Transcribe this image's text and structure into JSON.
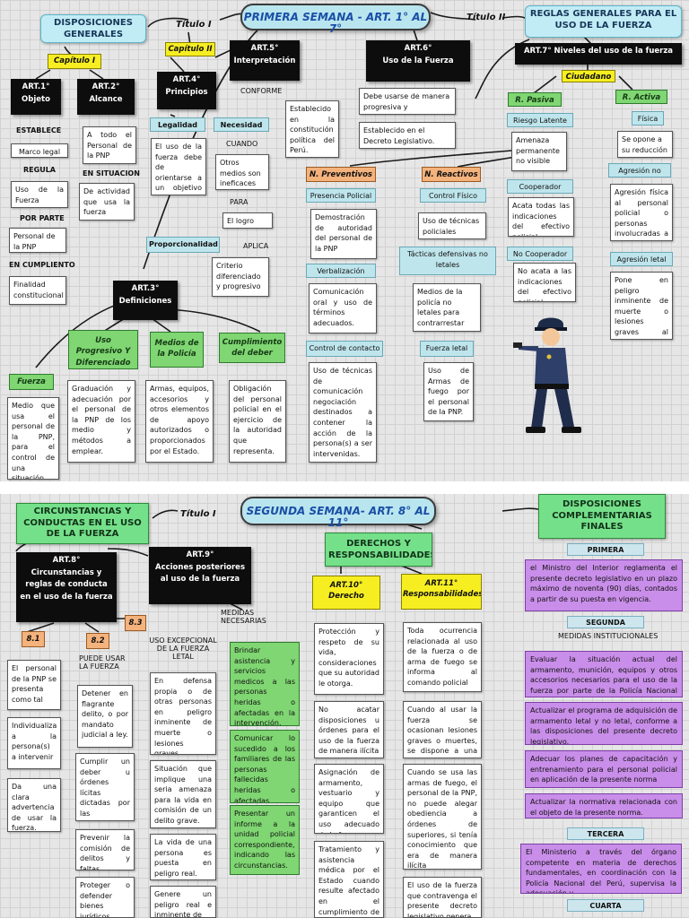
{
  "s1": {
    "banner": "PRIMERA SEMANA - ART. 1° AL 7°",
    "titulo1": "Título I",
    "titulo2": "Título II",
    "disp_gen": "DISPOSICIONES GENERALES",
    "reglas": "REGLAS GENERALES PARA EL USO DE LA FUERZA",
    "cap1": "Capítulo I",
    "cap2": "Capítulo II",
    "art1": "ART.1°\nObjeto",
    "art2": "ART.2°\nAlcance",
    "establece": "ESTABLECE",
    "marco": "Marco legal",
    "regula": "REGULA",
    "uso_fuerza": "Uso de la Fuerza",
    "por_parte": "POR PARTE",
    "personal_pnp": "Personal de la PNP",
    "en_cumplimiento": "EN CUMPLIENTO",
    "finalidad": "Finalidad constitucional",
    "art2_text": "A todo el Personal de la PNP",
    "en_situacion": "EN SITUACION",
    "actividad": "De actividad que usa la fuerza",
    "art4": "ART.4°\nPrincipios",
    "art5": "ART.5°\nInterpretación",
    "conforme": "CONFORME",
    "art5_text": "Establecido en la constitución política del Perú.",
    "legalidad": "Legalidad",
    "legalidad_text": "El uso de la fuerza debe de orientarse a un objetivo legal.",
    "necesidad": "Necesidad",
    "cuando": "CUANDO",
    "necesidad_text": "Otros medios son ineficaces",
    "para": "PARA",
    "logro": "El logro legal",
    "proporcionalidad": "Proporcionalidad",
    "aplica": "APLICA",
    "criterio": "Criterio diferenciado y progresivo",
    "art6": "ART.6°\nUso de la Fuerza",
    "art6_t1": "Debe usarse de manera progresiva y diferenciada",
    "art6_t2": "Establecido en el Decreto Legislativo.",
    "art7": "ART.7° Niveles del uso de la fuerza",
    "ciudadano": "Ciudadano",
    "r_pasiva": "R. Pasiva",
    "r_activa": "R. Activa",
    "riesgo": "Riesgo Latente",
    "riesgo_t": "Amenaza permanente no visible",
    "cooperador": "Cooperador",
    "cooperador_t": "Acata todas las indicaciones del efectivo policial",
    "no_coop": "No Cooperador",
    "no_coop_t": "No acata a las indicaciones del efectivo policial",
    "fisica": "Física",
    "fisica_t": "Se opone a su reducción",
    "agresion_nl": "Agresión no letal",
    "agresion_nl_t": "Agresión física al personal policial o personas involucradas a la intervención",
    "agresion_l": "Agresión letal",
    "agresion_l_t": "Pone en peligro inminente de muerte o lesiones graves al efectivo policial",
    "n_prev": "N. Preventivos",
    "n_react": "N. Reactivos",
    "presencia": "Presencia Policial",
    "presencia_t": "Demostración de autoridad del personal de la PNP",
    "verbal": "Verbalización",
    "verbal_t": "Comunicación oral y uso de términos adecuados.",
    "contacto": "Control de contacto",
    "contacto_t": "Uso de técnicas de comunicación negociación destinados a contener la acción de la persona(s) a ser intervenidas.",
    "control_fisico": "Control Físico",
    "control_fisico_t": "Uso de técnicas policiales",
    "tacticas": "Tácticas defensivas no letales",
    "tacticas_t": "Medios de la policía no letales para contrarrestar",
    "fuerza_letal": "Fuerza letal",
    "fuerza_letal_t": "Uso de Armas de fuego por el personal de la PNP.",
    "art3": "ART.3°\nDefiniciones",
    "def1": "Uso Progresivo Y Diferenciado De la Fuerza",
    "def2": "Medios de la Policía",
    "def3": "Cumplimiento del deber",
    "fuerza": "Fuerza",
    "fuerza_t": "Medio que usa el personal de la PNP, para el control de una situación amenazante.",
    "def1_t": "Graduación y adecuación por el personal de la PNP de los medio y métodos a emplear.",
    "def2_t": "Armas, equipos, accesorios y otros elementos de apoyo autorizados o proporcionados por el Estado.",
    "def3_t": "Obligación del personal policial en el ejercicio de la autoridad que representa."
  },
  "s2": {
    "banner": "SEGUNDA SEMANA- ART. 8° AL 11°",
    "titulo1": "Título I",
    "circ": "CIRCUNSTANCIAS Y CONDUCTAS EN EL USO DE LA FUERZA",
    "disp_comp": "DISPOSICIONES COMPLEMENTARIAS FINALES",
    "derechos": "DERECHOS Y RESPONSABILIDADES",
    "art8": "ART.8°\nCircunstancias y reglas de conducta en el uso de la fuerza",
    "art9": "ART.9°\nAcciones posteriores al uso de la fuerza",
    "medidas": "MEDIDAS NECESARIAS",
    "n81": "8.1",
    "n82": "8.2",
    "n83": "8.3",
    "uso_exc": "USO EXCEPCIONAL DE LA FUERZA LETAL",
    "puede": "PUEDE USAR LA FUERZA",
    "a1": "El personal de la PNP se presenta como tal",
    "a2": "Individualiza a la persona(s) a intervenir",
    "a3": "Da una clara advertencia de usar la fuerza.",
    "b1": "Detener en flagrante delito, o por mandato judicial a ley.",
    "b2": "Cumplir un deber u órdenes lícitas dictadas por las autoridades competentes.",
    "b3": "Prevenir la comisión de delitos y faltas.",
    "b4": "Proteger o defender bienes jurídicos tutelados",
    "c1": "En defensa propia o de otras personas en peligro inminente de muerte o lesiones graves.",
    "c2": "Situación que implique una seria amenaza para la vida en comisión de un delito grave.",
    "c3": "La vida de una persona es puesta en peligro real.",
    "c4": "Genere un peligro real e inminente de",
    "d1": "Brindar asistencia y servicios medicos a las personas heridas o afectadas en la intervención.",
    "d2": "Comunicar lo sucedido a los familiares de las personas fallecidas heridas o afectadas",
    "d3": "Presentar un informe a la unidad policial correspondiente, indicando las circunstancias.",
    "art10": "ART.10°\nDerecho",
    "art11": "ART.11°\nResponsabilidades",
    "e1": "Protección y respeto de su vida, consideraciones que su autoridad le otorga.",
    "e2": "No acatar disposiciones u órdenes para el uso de la fuerza de manera ilícita",
    "e3": "Asignación de armamento, vestuario y equipo que garanticen el uso adecuado de la fuerza",
    "e4": "Tratamiento y asistencia médica por el Estado cuando resulte afectado en el cumplimiento de su deber",
    "f1": "Toda ocurrencia relacionada al uso de la fuerza o de arma de fuego se informa al comando policial",
    "f2": "Cuando al usar la fuerza se ocasionan lesiones graves o muertes, se dispone a una investigación",
    "f3": "Cuando se usa las armas de fuego, el personal de la PNP, no puede alegar obediencia a órdenes de superiores, si tenía conocimiento que era de manera ilícita",
    "f4": "El uso de la fuerza que contravenga el presente decreto legislativo genera",
    "primera": "PRIMERA",
    "primera_t": "el Ministro del Interior reglamenta el presente decreto legislativo en un plazo máximo de noventa (90) días, contados a partir de su puesta en vigencia.",
    "segunda": "SEGUNDA",
    "medidas_inst": "MEDIDAS INSTITUCIONALES",
    "g1": "Evaluar la situación actual del armamento, munición, equipos y otros accesorios necesarios para el uso de la fuerza por parte de la Policía Nacional del Perú.",
    "g2": "Actualizar el programa de adquisición de armamento letal y no letal, conforme a las disposiciones del presente decreto legislativo.",
    "g3": "Adecuar los planes de capacitación y entrenamiento para el personal policial en aplicación de la presente norma",
    "g4": "Actualizar la normativa relacionada con el objeto de la presente norma.",
    "tercera": "TERCERA",
    "tercera_t": "El Ministerio a través del órgano competente en materia de derechos fundamentales, en coordinación con la Policía Nacional del Perú, supervisa la adecuación y",
    "cuarta": "CUARTA"
  }
}
